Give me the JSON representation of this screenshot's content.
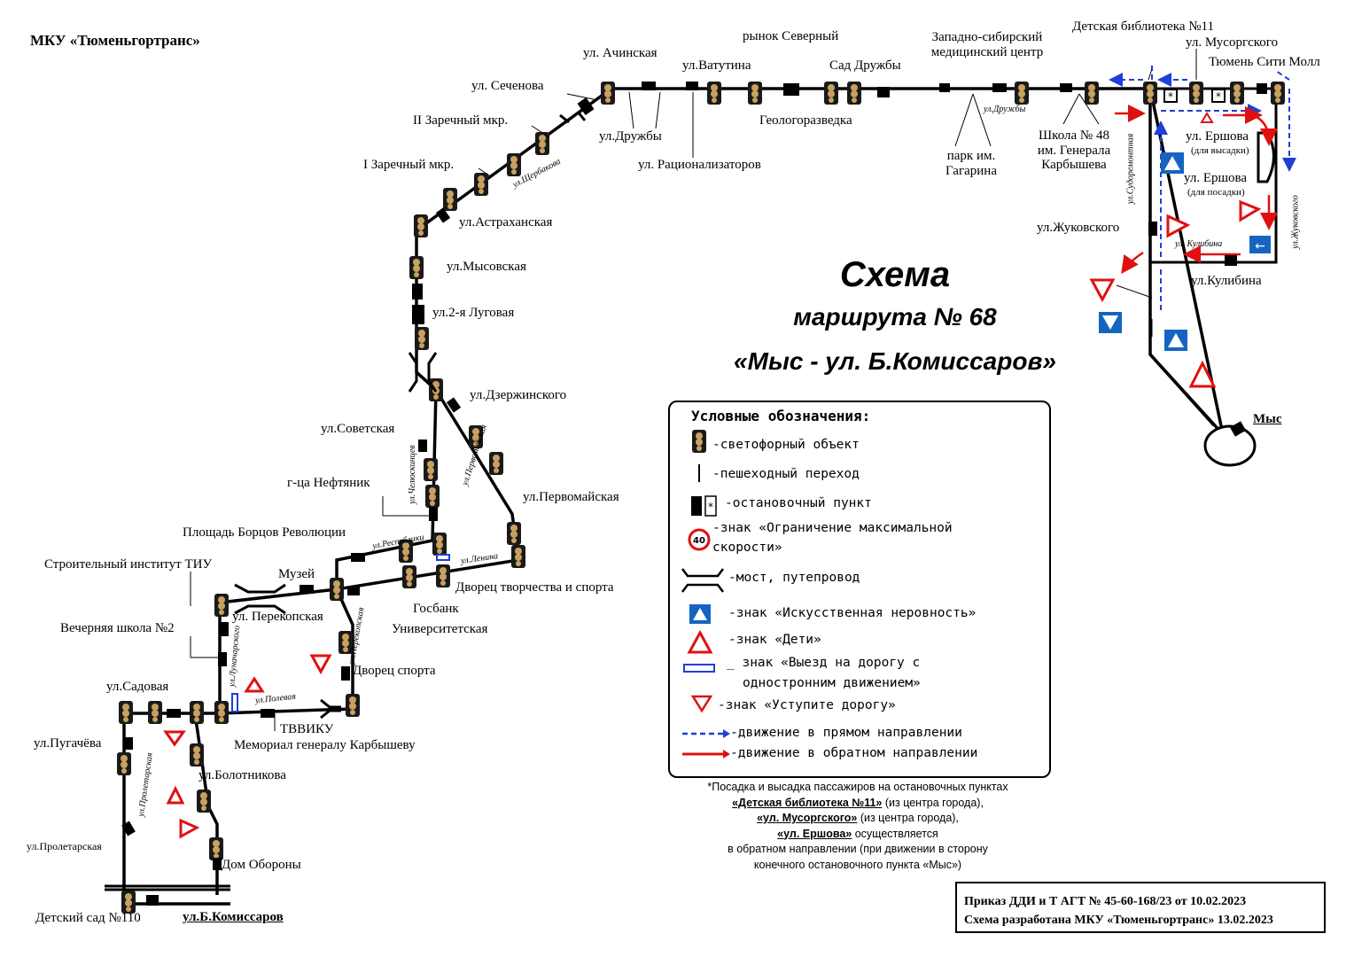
{
  "header": {
    "organization": "МКУ «Тюменьгортранс»"
  },
  "title": {
    "line1": "Схема",
    "line2": "маршрута № 68",
    "line3": "«Мыс - ул. Б.Комиссаров»"
  },
  "stops": {
    "achinskaya": "ул. Ачинская",
    "vatutina": "ул.Ватутина",
    "severny": "рынок Северный",
    "sad_druzhby": "Сад Дружбы",
    "med_center": "Западно-сибирский медицинский центр",
    "biblioteka": "Детская библиотека №11",
    "musorgskogo": "ул. Мусоргского",
    "siti_moll": "Тюмень Сити Молл",
    "sechenova": "ул. Сеченова",
    "zarechny2": "II Заречный мкр.",
    "zarechny1": "I Заречный мкр.",
    "druzhby": "ул.Дружбы",
    "ratsionalizatorov": "ул. Рационализаторов",
    "geologorazvedka": "Геологоразведка",
    "park_gagarina": "парк им. Гагарина",
    "shkola48": "Школа № 48 им. Генерала Карбышева",
    "ershova_out": "ул. Ершова",
    "ershova_out_note": "(для высадки)",
    "ershova_in": "ул. Ершова",
    "ershova_in_note": "(для посадки)",
    "zhukovskogo": "ул.Жуковского",
    "kulibina": "ул.Кулибина",
    "mys": "Мыс",
    "astrakhanskaya": "ул.Астраханская",
    "mysovskaya": "ул.Мысовская",
    "lugovaya": "ул.2-я Луговая",
    "dzerzhinskogo": "ул.Дзержинского",
    "sovetskaya": "ул.Советская",
    "neftyanik": "г-ца Нефтяник",
    "pervomayskaya": "ул.Первомайская",
    "ploshchad": "Площадь Борцов Революции",
    "stroit_institut": "Строительный институт ТИУ",
    "muzey": "Музей",
    "dvorets_tvorchestva": "Дворец творчества и спорта",
    "perekopskaya": "ул. Перекопская",
    "gosbank": "Госбанк",
    "universitetskaya": "Университетская",
    "vechernyaya": "Вечерняя школа №2",
    "dvorets_sporta": "Дворец спорта",
    "sadovaya": "ул.Садовая",
    "tvviku": "ТВВИКУ",
    "memorial": "Мемориал генералу Карбышеву",
    "pugacheva": "ул.Пугачёва",
    "bolotnikova": "ул.Болотникова",
    "proletarskaya": "ул.Пролетарская",
    "dom_oborony": "Дом Обороны",
    "detsky_sad": "Детский сад №110",
    "b_komissarov": "ул.Б.Комиссаров"
  },
  "street_labels": {
    "shcherbakova": "ул.Щербакова",
    "druzhby_small": "ул.Дружбы",
    "sudoremontnaya": "ул.Судоремонтная",
    "zhukovskogo_small": "ул.Жуковского",
    "kulibina_small": "ул. Кулибина",
    "chelyuskintsev": "ул.Челюскинцев",
    "respubliki": "ул.Республики",
    "lenina": "ул.Ленина",
    "pervomayskaya_small": "ул.Первомайская",
    "lunacharskogo": "ул.Луначарского",
    "polevaya": "ул.Полевая",
    "perekopskaya_small": "ул.Перекопская",
    "proletarskaya_small": "ул.Пролетарская"
  },
  "legend": {
    "heading": "Условные обозначения:",
    "items": [
      "-светофорный объект",
      "-пешеходный переход",
      "-остановочный пункт",
      "-знак «Ограничение максимальной",
      "скорости»",
      "-мост, путепровод",
      "-знак «Искусственная неровность»",
      "-знак «Дети»",
      "_ знак «Выезд на дорогу с",
      "одностронним движением»",
      "-знак «Уступите дорогу»",
      "-движение в прямом направлении",
      "-движение в обратном направлении"
    ],
    "speed_value": "40",
    "stop_star": "*"
  },
  "note": {
    "line1": "*Посадка и высадка пассажиров на остановочных пунктах",
    "line2_bold": "«Детская библиотека №11»",
    "line2_rest": " (из центра города),",
    "line3_bold": "«ул. Мусоргского»",
    "line3_rest": " (из центра города),",
    "line4_bold": "«ул. Ершова»",
    "line4_rest": " осуществляется",
    "line5": "в обратном направлении (при движении в сторону",
    "line6": "конечного остановочного пункта «Мыс»)"
  },
  "order": {
    "line1": "Приказ ДДИ и Т АГТ № 45-60-168/23 от 10.02.2023",
    "line2": "Схема разработана МКУ «Тюменьгортранс» 13.02.2023"
  },
  "colors": {
    "forward": "#1f3fd6",
    "reverse": "#e01010",
    "route": "#000000",
    "sign_blue": "#1565c0"
  }
}
